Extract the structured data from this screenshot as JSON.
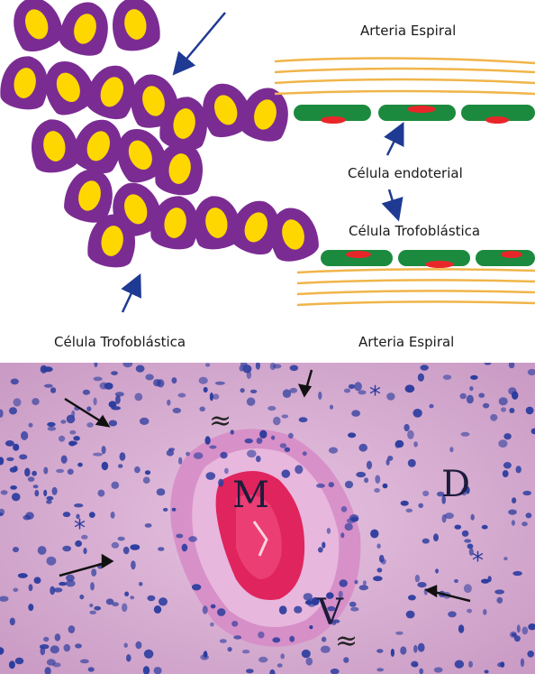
{
  "diagram": {
    "labels": {
      "artery_top": "Arteria Espiral",
      "endothelial": "Célula endoterial",
      "trophoblast_right": "Célula Trofoblástica",
      "trophoblast_left": "Célula Trofoblástica",
      "artery_bottom": "Arteria Espiral"
    },
    "colors": {
      "cell_body": "#7b2c93",
      "nucleus": "#ffd700",
      "vessel_line": "#f0b54a",
      "endothelium": "#1c8a3e",
      "erythrocyte": "#e8262a",
      "arrow": "#1f3a93"
    }
  },
  "micrograph": {
    "labels": {
      "M": "M",
      "D": "D",
      "V": "V",
      "star": "*",
      "tilde": "≈"
    },
    "colors": {
      "tissue": "#d6a7d0",
      "nuclei": "#2b3c9e",
      "blood": "#e0245e",
      "wall": "#c878b8"
    }
  }
}
